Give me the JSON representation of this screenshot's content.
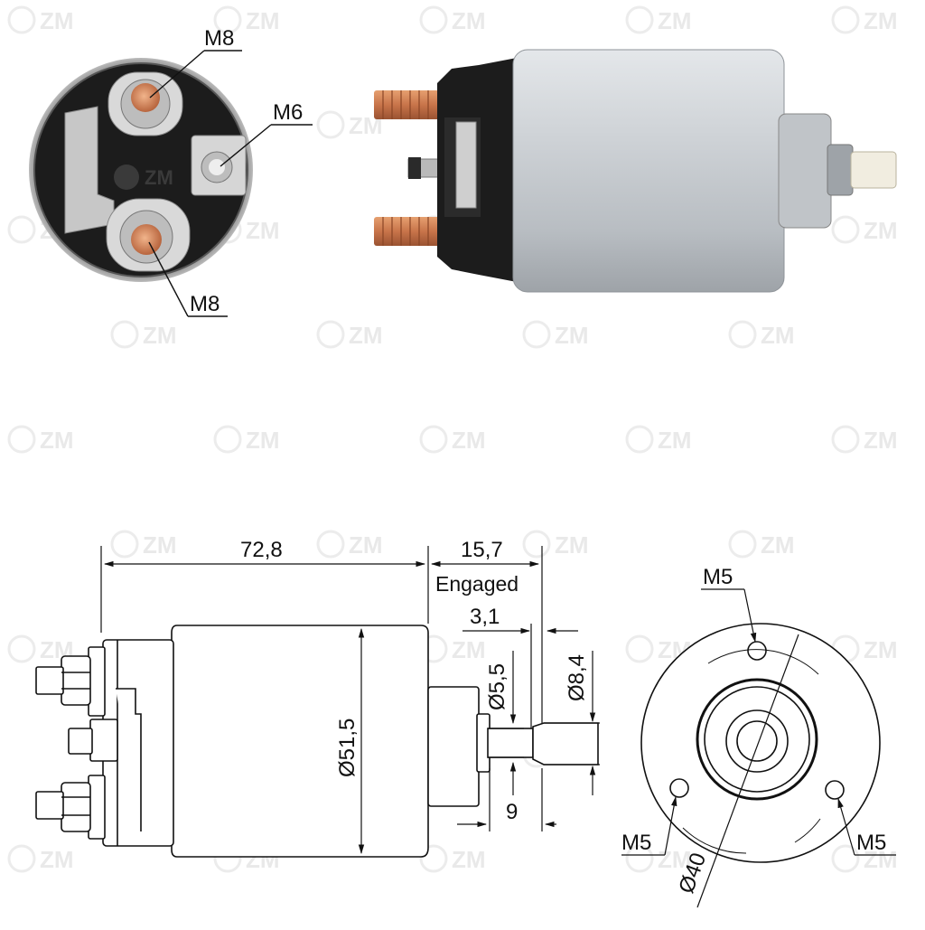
{
  "watermark": {
    "text": "ZM",
    "logo_text": "ZM",
    "color": "#e6e6e6"
  },
  "photo_labels": {
    "terminal_top": "M8",
    "terminal_side": "M6",
    "terminal_bottom": "M8"
  },
  "dimensions": {
    "body_length": "72,8",
    "plunger_travel": "15,7",
    "plunger_state": "Engaged",
    "plunger_offset": "3,1",
    "plunger_tip_dia": "Ø5,5",
    "plunger_dia": "Ø8,4",
    "body_dia": "Ø51,5",
    "plunger_length": "9",
    "hole_top": "M5",
    "hole_left": "M5",
    "hole_right": "M5",
    "pitch_circle": "Ø40"
  },
  "colors": {
    "housing": "#c9ced3",
    "copper": "#c8744a",
    "cap": "#1b1b1b",
    "plunger": "#f1ede0",
    "line": "#111111"
  }
}
